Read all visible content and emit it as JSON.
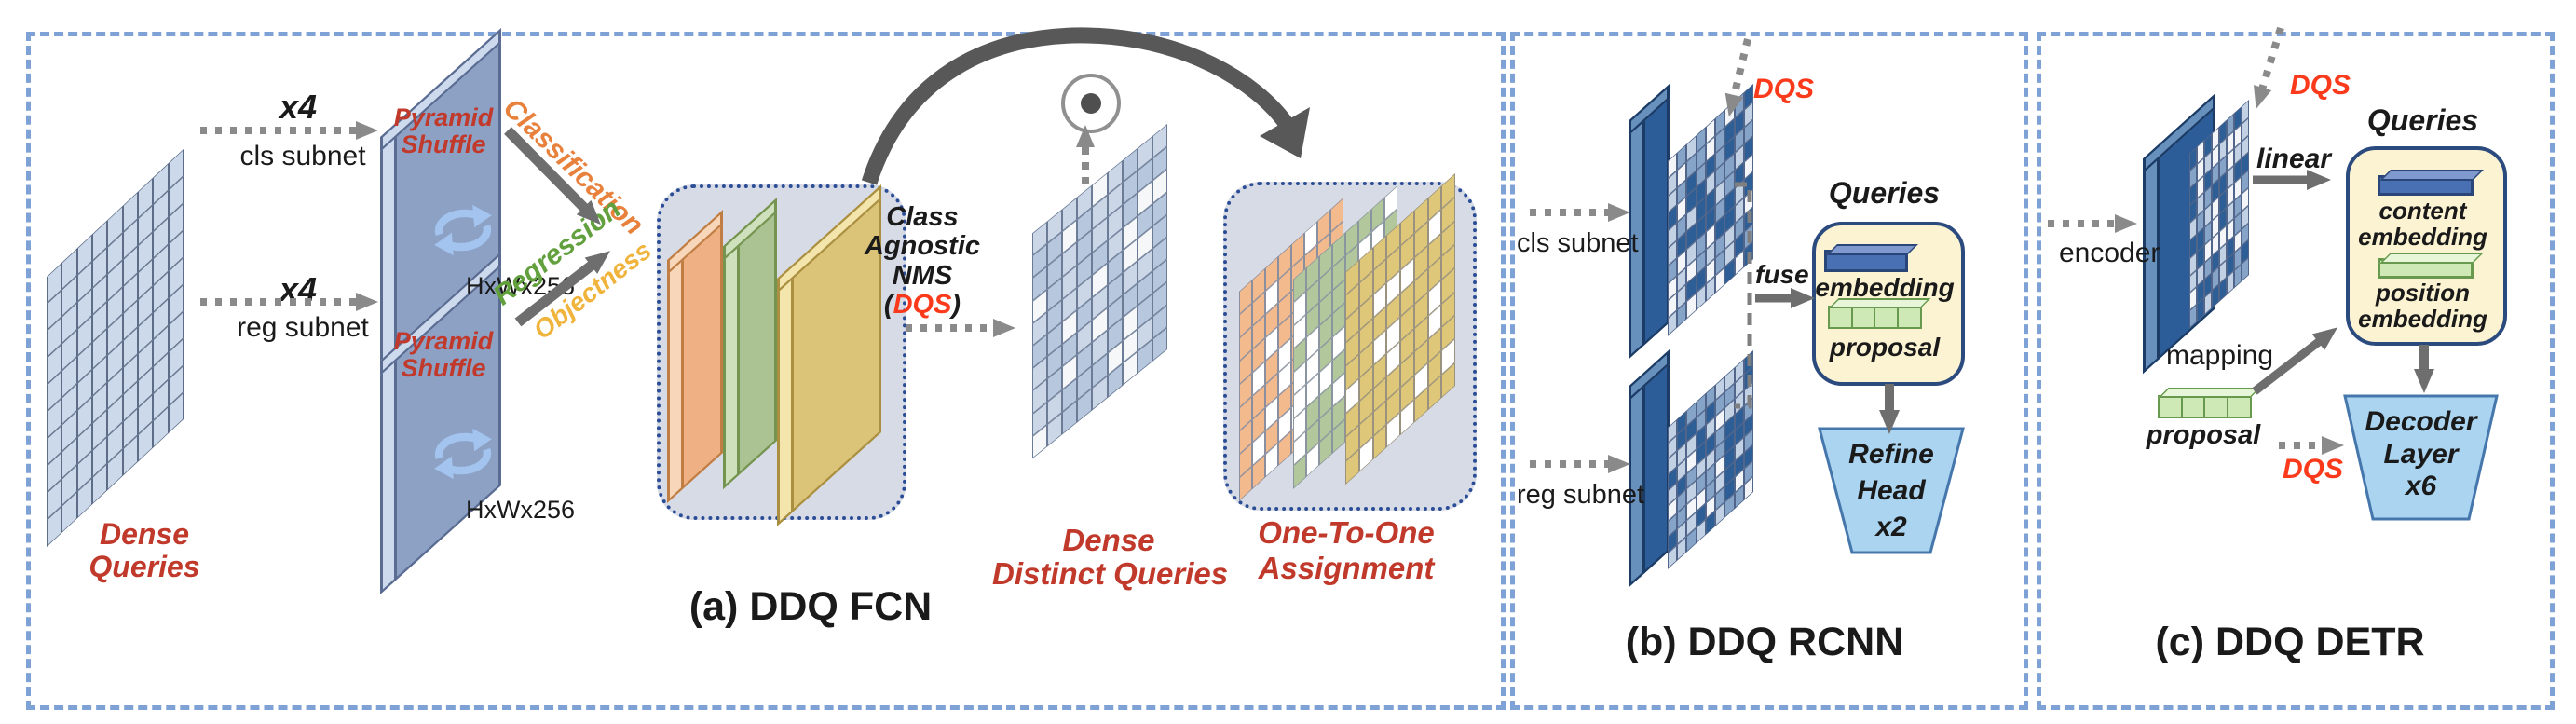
{
  "colors": {
    "panel_border": "#7ea2d6",
    "rounded_box_fill": "#d7dbe6",
    "rounded_box_border": "#2b4d96",
    "queries_box_fill": "#fcf3d2",
    "queries_box_border": "#2b4a7e",
    "trapezoid_fill": "#aad4f0",
    "trapezoid_border": "#4677ac",
    "dark_red_label": "#c0392b",
    "dqs_red": "#fb3a1c",
    "classification_orange": "#e8813b",
    "regression_green": "#62a03e",
    "objectness_yellow": "#f0b43c",
    "arrow_gray": "#6e6e6e",
    "pyramid_slab_blue": "#8da1c5",
    "feature_map_blue": "#2d5d99",
    "embedding_bar_blue": "#4a70b4",
    "proposal_green": "#cfe9b6"
  },
  "panel_a": {
    "caption": "(a) DDQ FCN",
    "x4_cls": "x4",
    "cls_subnet": "cls subnet",
    "x4_reg": "x4",
    "reg_subnet": "reg subnet",
    "dense_queries": [
      "Dense",
      "Queries"
    ],
    "pyramid_shuffle_cls": [
      "Pyramid",
      "Shuffle"
    ],
    "pyramid_shuffle_reg": [
      "Pyramid",
      "Shuffle"
    ],
    "dims_cls": "HxWx256",
    "dims_reg": "HxWx256",
    "classification": "Classification",
    "regression": "Regression",
    "objectness": "Objectness",
    "nms_lines": [
      "Class",
      "Agnostic",
      "NMS"
    ],
    "nms_open": "(",
    "nms_dqs": "DQS",
    "nms_close": ")",
    "dense_distinct": [
      "Dense",
      "Distinct Queries"
    ],
    "one_to_one": [
      "One-To-One",
      "Assignment"
    ]
  },
  "panel_b": {
    "caption": "(b) DDQ RCNN",
    "dqs": "DQS",
    "cls_subnet": "cls subnet",
    "reg_subnet": "reg subnet",
    "fuse": "fuse",
    "queries_title": "Queries",
    "embedding": "embedding",
    "proposal": "proposal",
    "refine_head": [
      "Refine",
      "Head",
      "x2"
    ]
  },
  "panel_c": {
    "caption": "(c) DDQ DETR",
    "encoder": "encoder",
    "dqs_selection": "DQS",
    "linear": "linear",
    "queries_title": "Queries",
    "content_embedding": [
      "content",
      "embedding"
    ],
    "position_embedding": [
      "position",
      "embedding"
    ],
    "mapping": "mapping",
    "proposal": "proposal",
    "dqs_decoder": "DQS",
    "decoder": [
      "Decoder",
      "Layer",
      "x6"
    ]
  },
  "grids": {
    "dense_a": {
      "rows": 10,
      "cols": 9,
      "seed": 3,
      "stroke": "#5d6d87",
      "palette": [
        "#ccd9ea"
      ],
      "weights": [
        1
      ]
    },
    "distinct_a": {
      "rows": 10,
      "cols": 9,
      "seed": 11,
      "stroke": "#6c7c96",
      "palette": [
        "#b7c7dd",
        "#cbd6e7",
        "#f6f7f9"
      ],
      "weights": [
        0.5,
        0.25,
        0.25
      ]
    },
    "oto_orange": {
      "rows": 9,
      "cols": 8,
      "seed": 17,
      "stroke": "#8a8fa0",
      "palette": [
        "#f3ba8e",
        "#ffffff"
      ],
      "weights": [
        0.74,
        0.26
      ]
    },
    "oto_green": {
      "rows": 9,
      "cols": 8,
      "seed": 23,
      "stroke": "#8a95a0",
      "palette": [
        "#b2c79c",
        "#ffffff"
      ],
      "weights": [
        0.74,
        0.26
      ]
    },
    "oto_yellow": {
      "rows": 9,
      "cols": 8,
      "seed": 29,
      "stroke": "#9a927e",
      "palette": [
        "#dec779",
        "#ffffff"
      ],
      "weights": [
        0.74,
        0.26
      ]
    },
    "cls_b": {
      "rows": 10,
      "cols": 9,
      "seed": 41,
      "stroke": "#51658a",
      "palette": [
        "#2e5e96",
        "#86a3c8",
        "#c2d1e3",
        "#f3f5f8"
      ],
      "weights": [
        0.28,
        0.27,
        0.27,
        0.18
      ]
    },
    "reg_b": {
      "rows": 9,
      "cols": 9,
      "seed": 47,
      "stroke": "#51658a",
      "palette": [
        "#2e5e96",
        "#86a3c8",
        "#c2d1e3",
        "#f3f5f8"
      ],
      "weights": [
        0.28,
        0.27,
        0.27,
        0.18
      ]
    },
    "enc_c": {
      "rows": 10,
      "cols": 8,
      "seed": 53,
      "stroke": "#51658a",
      "palette": [
        "#2e5e96",
        "#86a3c8",
        "#c2d1e3",
        "#f3f5f8"
      ],
      "weights": [
        0.25,
        0.3,
        0.27,
        0.18
      ]
    }
  }
}
